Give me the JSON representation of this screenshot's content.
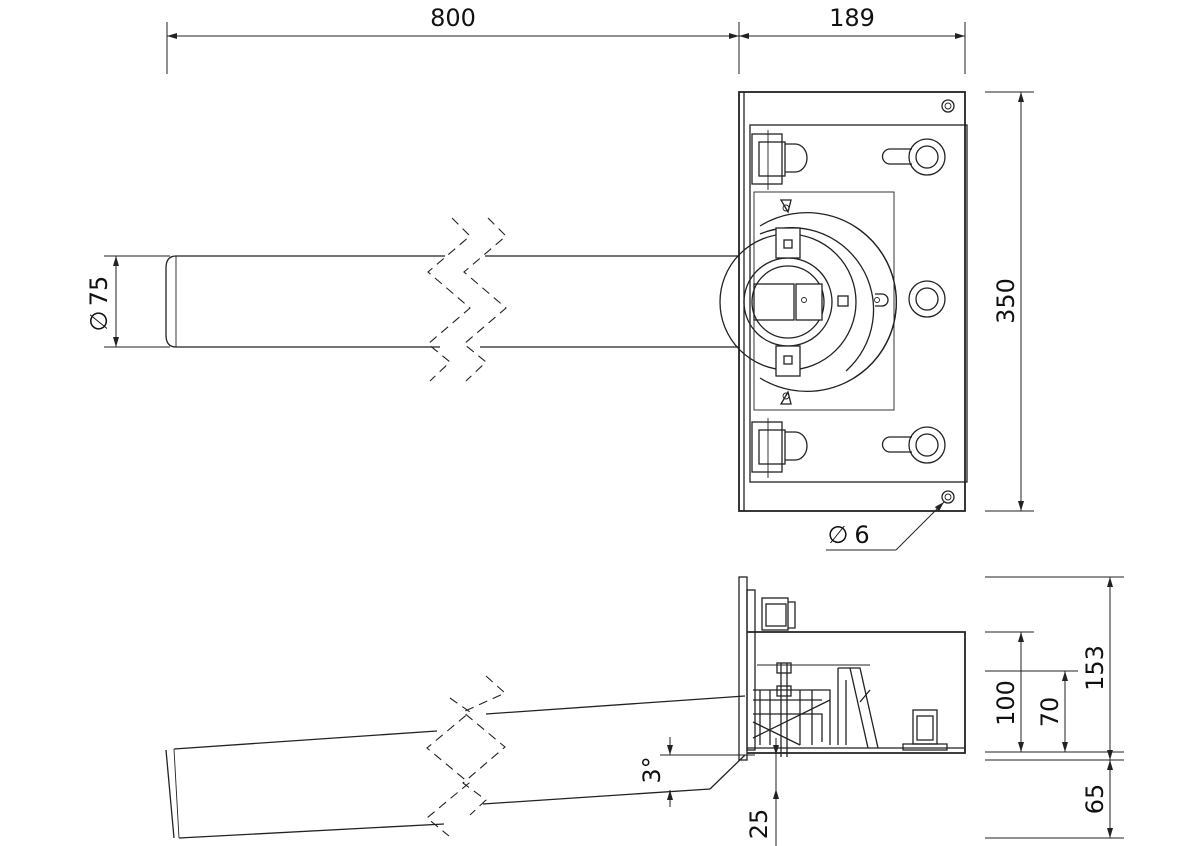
{
  "top_view": {
    "width_pipe": "800",
    "width_box": "189",
    "height_box": "350",
    "pipe_diameter": "75",
    "hole_diameter": "6",
    "diameter_symbol": "∅"
  },
  "side_view": {
    "angle": "3°",
    "offset": "25",
    "height_total": "153",
    "height_box": "100",
    "height_inner": "70",
    "height_bottom": "65"
  }
}
